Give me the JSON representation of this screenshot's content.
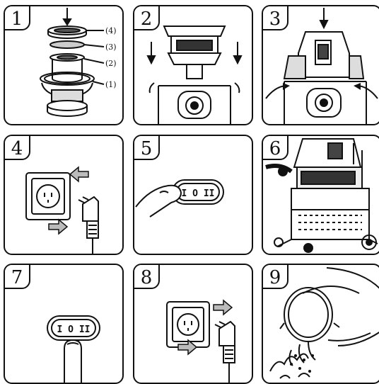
{
  "panels": [
    {
      "number": "1",
      "parts": [
        "(4)",
        "(3)",
        "(2)",
        "(1)"
      ]
    },
    {
      "number": "2"
    },
    {
      "number": "3"
    },
    {
      "number": "4"
    },
    {
      "number": "5",
      "switch_label": "I O II"
    },
    {
      "number": "6"
    },
    {
      "number": "7",
      "switch_label": "I O II"
    },
    {
      "number": "8"
    },
    {
      "number": "9"
    }
  ],
  "colors": {
    "line": "#111111",
    "background": "#ffffff",
    "arrow_fill": "#bbbbbb"
  }
}
